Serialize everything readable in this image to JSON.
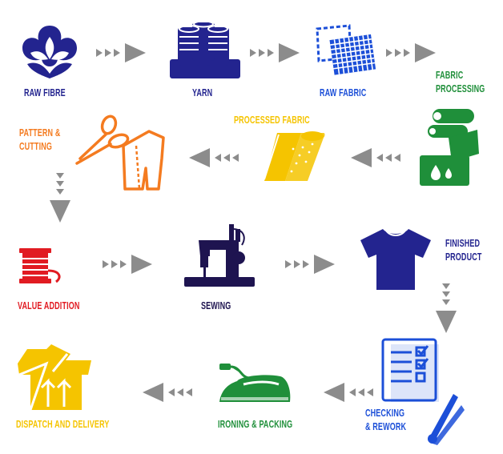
{
  "colors": {
    "navy": "#23248f",
    "blue": "#1c4fd8",
    "green": "#1f8f3a",
    "orange": "#f47b20",
    "yellow": "#f5c400",
    "red": "#e11b22",
    "gray": "#8c8c8c",
    "dark": "#1e1450"
  },
  "steps": [
    {
      "label": "RAW FIBRE",
      "icon": "cotton-flower-icon"
    },
    {
      "label": "YARN",
      "icon": "yarn-spools-icon"
    },
    {
      "label": "RAW FABRIC",
      "icon": "raw-fabric-icon"
    },
    {
      "label": "FABRIC",
      "label2": "PROCESSING",
      "icon": "fabric-processing-icon"
    },
    {
      "label": "PROCESSED FABRIC",
      "icon": "fabric-roll-icon"
    },
    {
      "label": "PATTERN &",
      "label2": "CUTTING",
      "icon": "scissors-pattern-icon"
    },
    {
      "label": "VALUE ADDITION",
      "icon": "thread-spool-icon"
    },
    {
      "label": "SEWING",
      "icon": "sewing-machine-icon"
    },
    {
      "label": "FINISHED",
      "label2": "PRODUCT",
      "icon": "tshirt-icon"
    },
    {
      "label": "CHECKING",
      "label2": "& REWORK",
      "icon": "checklist-icon"
    },
    {
      "label": "IRONING & PACKING",
      "icon": "iron-icon"
    },
    {
      "label": "DISPATCH AND DELIVERY",
      "icon": "dispatch-box-icon"
    }
  ]
}
